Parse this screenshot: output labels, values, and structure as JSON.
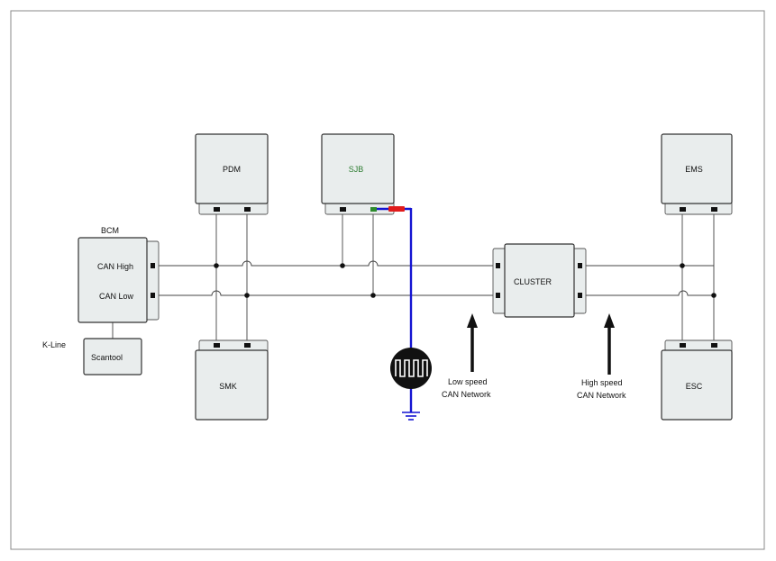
{
  "modules": {
    "bcm": "BCM",
    "pdm": "PDM",
    "sjb": "SJB",
    "ems": "EMS",
    "smk": "SMK",
    "esc": "ESC",
    "cluster": "CLUSTER",
    "scantool": "Scantool"
  },
  "bcm_pins": {
    "can_high": "CAN High",
    "can_low": "CAN Low"
  },
  "labels": {
    "k_line": "K-Line",
    "low_speed": "Low speed",
    "low_speed_network": "CAN Network",
    "high_speed": "High speed",
    "high_speed_network": "CAN Network"
  },
  "colors": {
    "sjb_label": "#2e7d32",
    "probe_wire": "#1414d2",
    "probe_tip": "#e01b1b",
    "probe_tip_green": "#2e8b2e"
  },
  "icons": {
    "oscilloscope": "square-wave-icon",
    "ground": "ground-icon"
  }
}
